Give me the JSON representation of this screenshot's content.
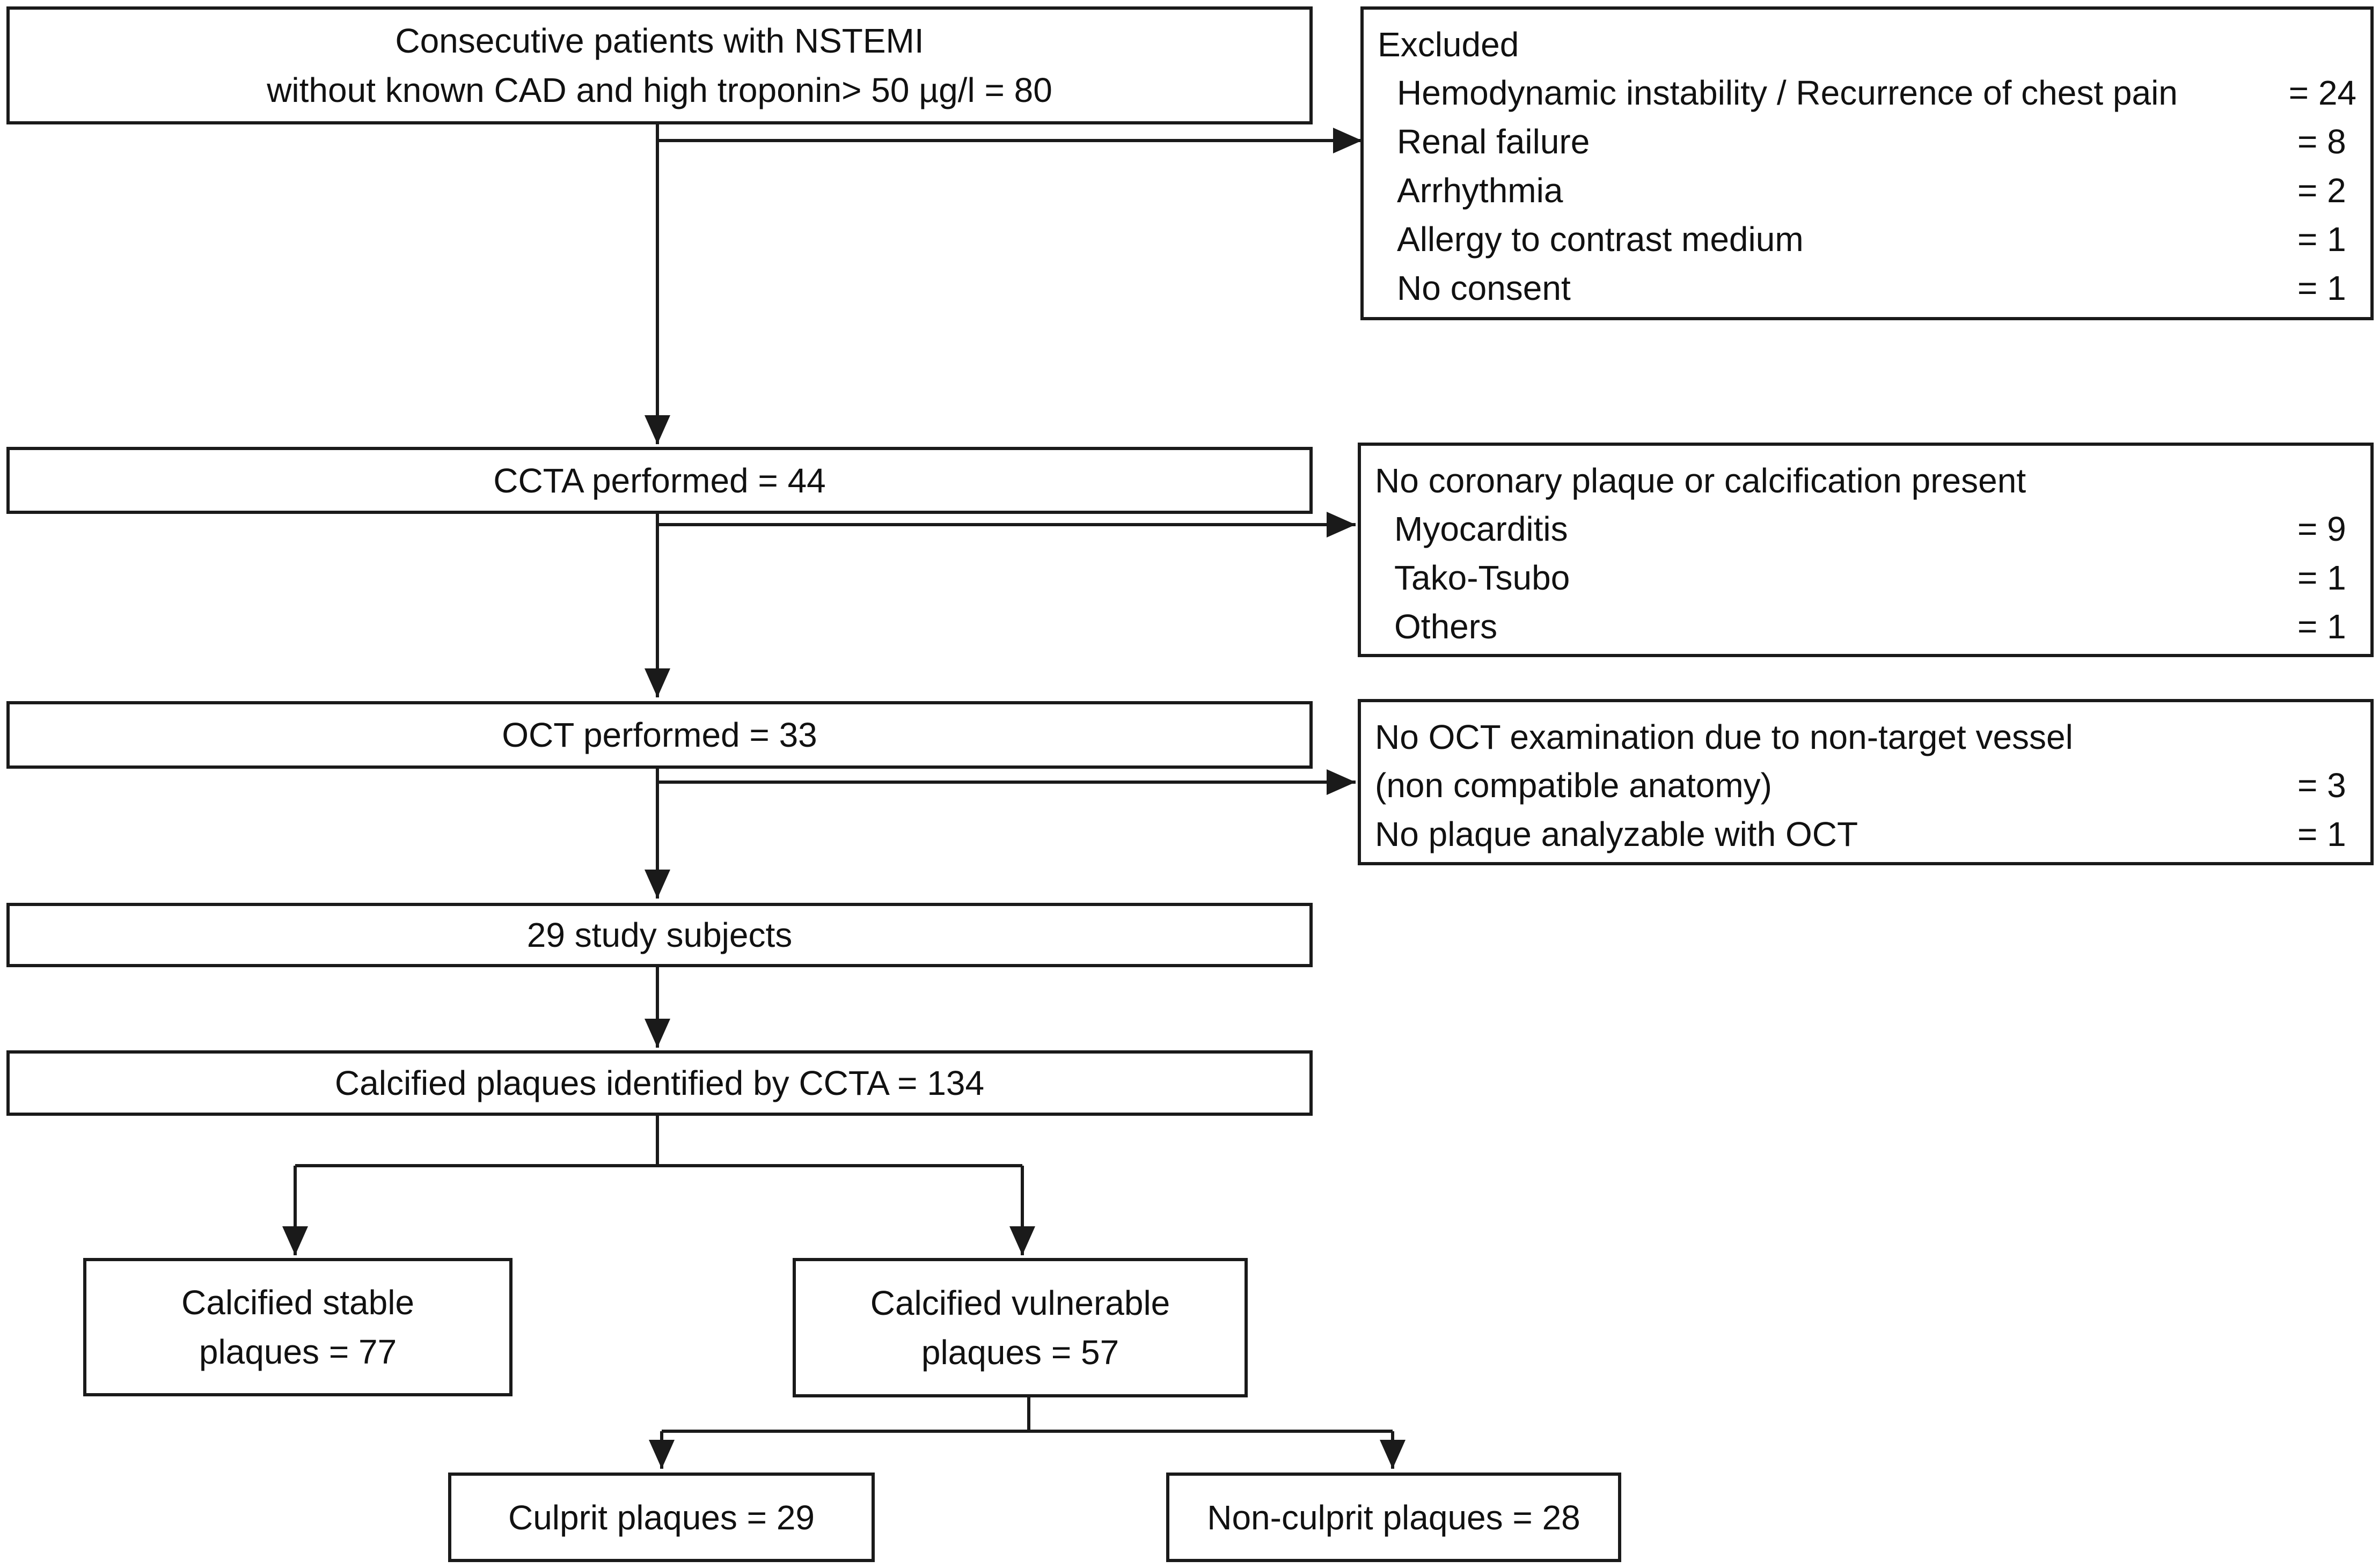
{
  "flow": {
    "start_line1": "Consecutive patients with NSTEMI",
    "start_line2": "without known CAD and high troponin> 50 µg/l = 80",
    "ccta": "CCTA performed = 44",
    "oct": "OCT performed = 33",
    "subjects": "29 study subjects",
    "calcified": "Calcified plaques identified by CCTA = 134",
    "stable_line1": "Calcified stable",
    "stable_line2": "plaques = 77",
    "vulnerable_line1": "Calcified vulnerable",
    "vulnerable_line2": "plaques = 57",
    "culprit": "Culprit plaques = 29",
    "nonculprit": "Non-culprit plaques = 28"
  },
  "excluded": {
    "title": "Excluded",
    "rows": [
      {
        "label": "Hemodynamic instability / Recurrence of chest pain",
        "value": "= 24"
      },
      {
        "label": "Renal failure",
        "value": "= 8"
      },
      {
        "label": "Arrhythmia",
        "value": "= 2"
      },
      {
        "label": "Allergy to contrast medium",
        "value": "= 1"
      },
      {
        "label": "No consent",
        "value": "= 1"
      }
    ]
  },
  "no_plaque": {
    "title": "No coronary plaque or calcification present",
    "rows": [
      {
        "label": "Myocarditis",
        "value": "= 9"
      },
      {
        "label": "Tako-Tsubo",
        "value": "= 1"
      },
      {
        "label": "Others",
        "value": "= 1"
      }
    ]
  },
  "no_oct": {
    "title": "No OCT examination due to non-target vessel",
    "rows": [
      {
        "label": "(non compatible anatomy)",
        "value": "= 3"
      },
      {
        "label": "No plaque analyzable with OCT",
        "value": "= 1"
      }
    ]
  }
}
